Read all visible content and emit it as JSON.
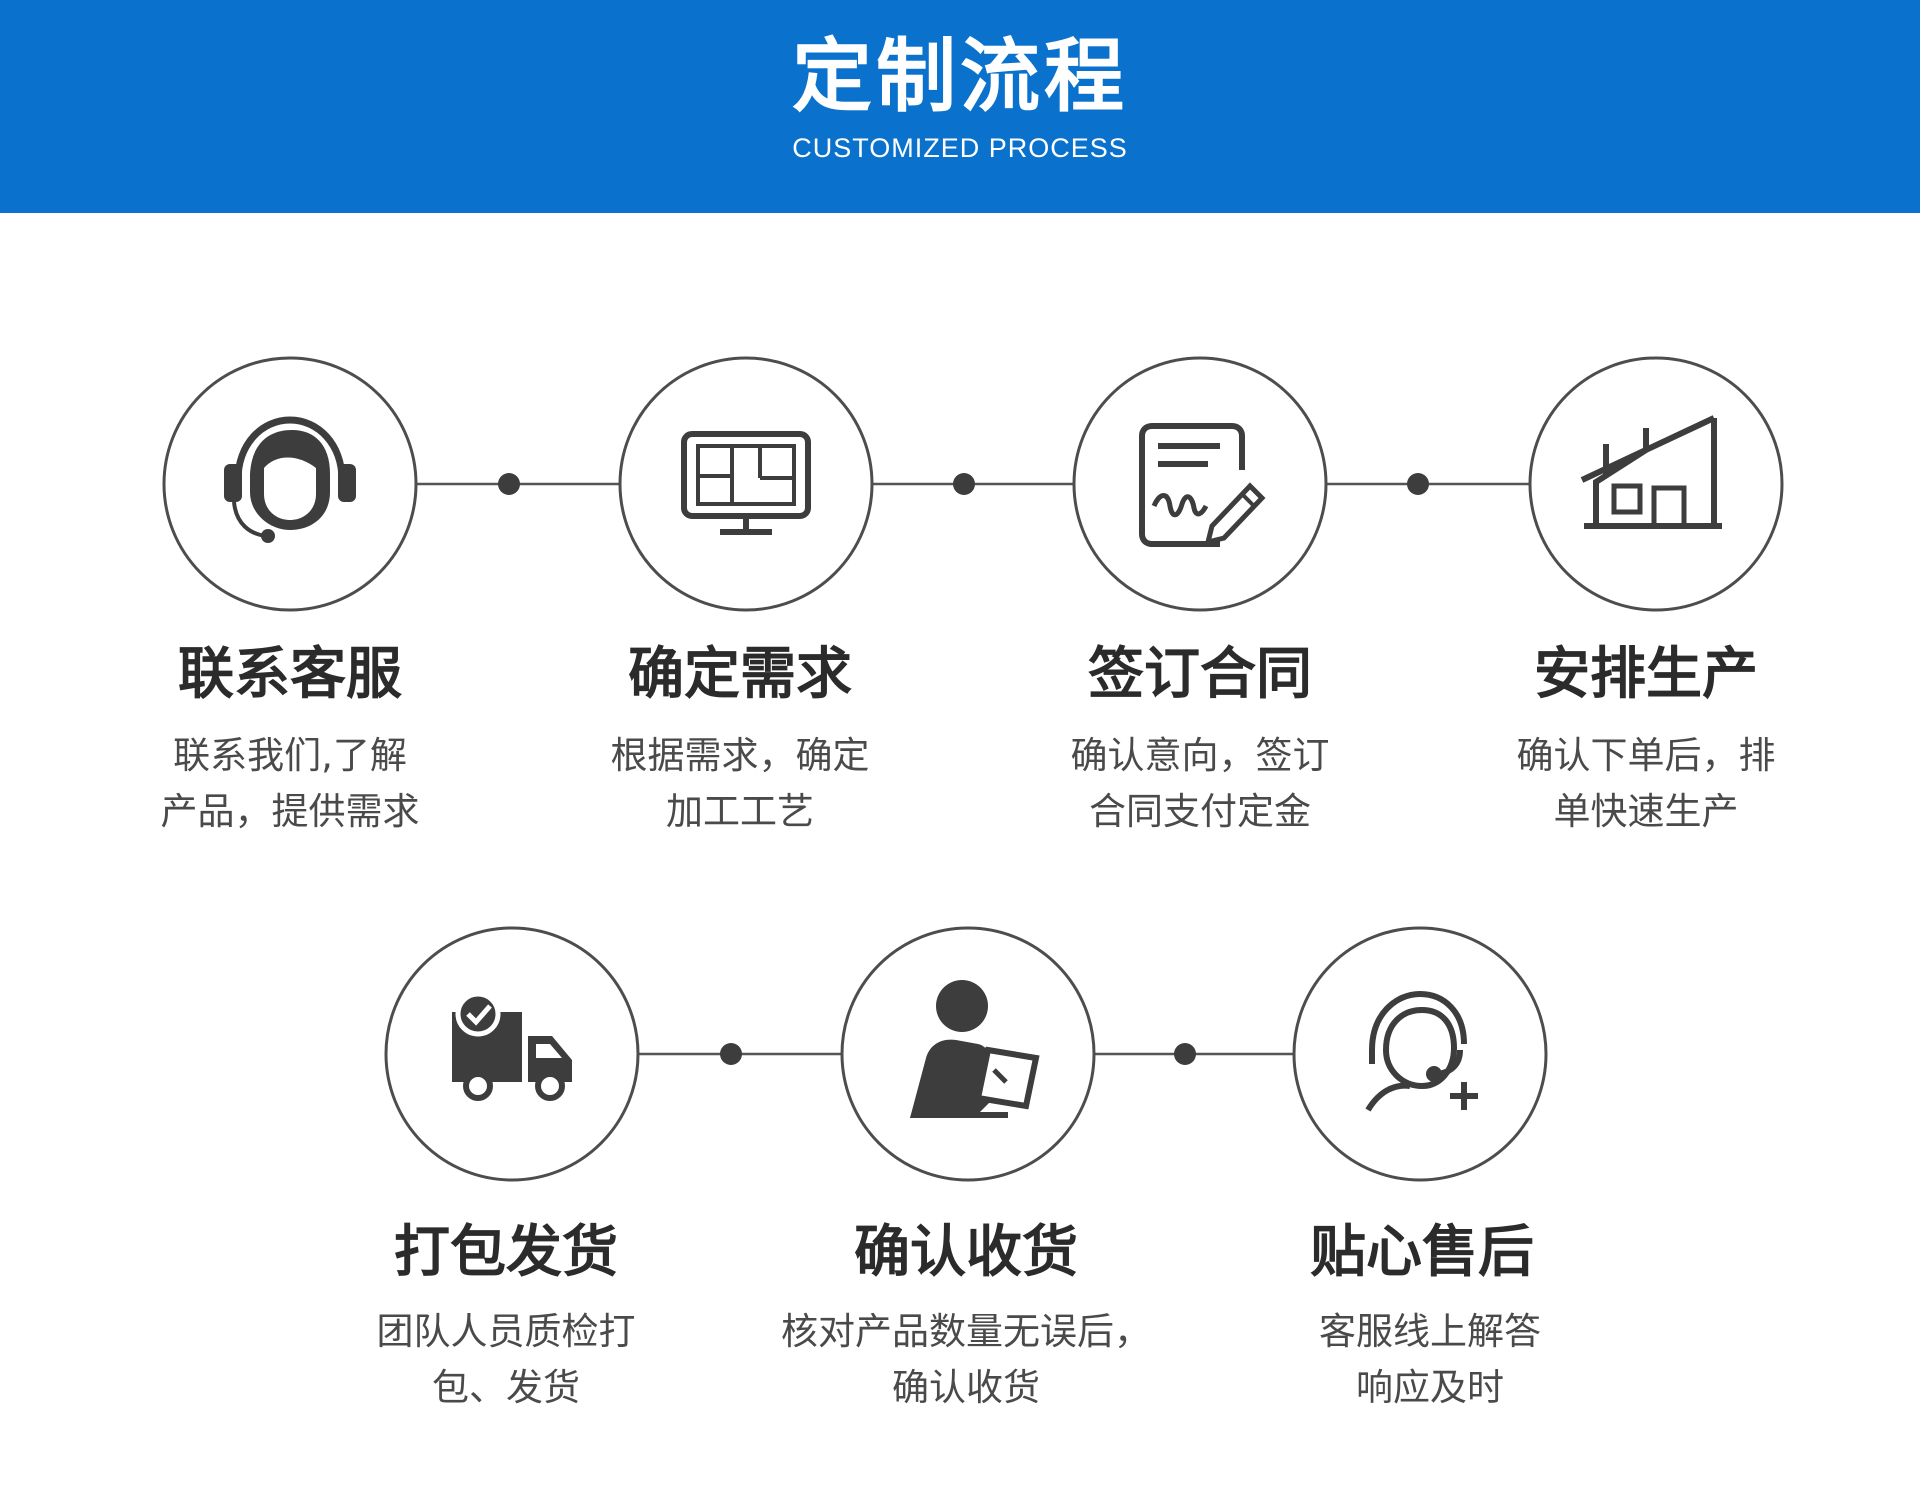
{
  "header": {
    "title": "定制流程",
    "subtitle": "CUSTOMIZED PROCESS",
    "background_color": "#0a72cc"
  },
  "colors": {
    "icon": "#3d3d3d",
    "circle_outline": "#4d4d4d",
    "connector": "#555555"
  },
  "steps": [
    {
      "title": "联系客服",
      "desc_line1": "联系我们,了解",
      "desc_line2": "产品，提供需求",
      "icon": "headset-agent-icon"
    },
    {
      "title": "确定需求",
      "desc_line1": "根据需求，确定",
      "desc_line2": "加工工艺",
      "icon": "monitor-blueprint-icon"
    },
    {
      "title": "签订合同",
      "desc_line1": "确认意向，签订",
      "desc_line2": "合同支付定金",
      "icon": "contract-sign-icon"
    },
    {
      "title": "安排生产",
      "desc_line1": "确认下单后，排",
      "desc_line2": "单快速生产",
      "icon": "factory-icon"
    },
    {
      "title": "打包发货",
      "desc_line1": "团队人员质检打",
      "desc_line2": "包、发货",
      "icon": "delivery-truck-icon"
    },
    {
      "title": "确认收货",
      "desc_line1": "核对产品数量无误后，",
      "desc_line2": "确认收货",
      "icon": "person-tablet-icon"
    },
    {
      "title": "贴心售后",
      "desc_line1": "客服线上解答",
      "desc_line2": "响应及时",
      "icon": "support-plus-icon"
    }
  ]
}
